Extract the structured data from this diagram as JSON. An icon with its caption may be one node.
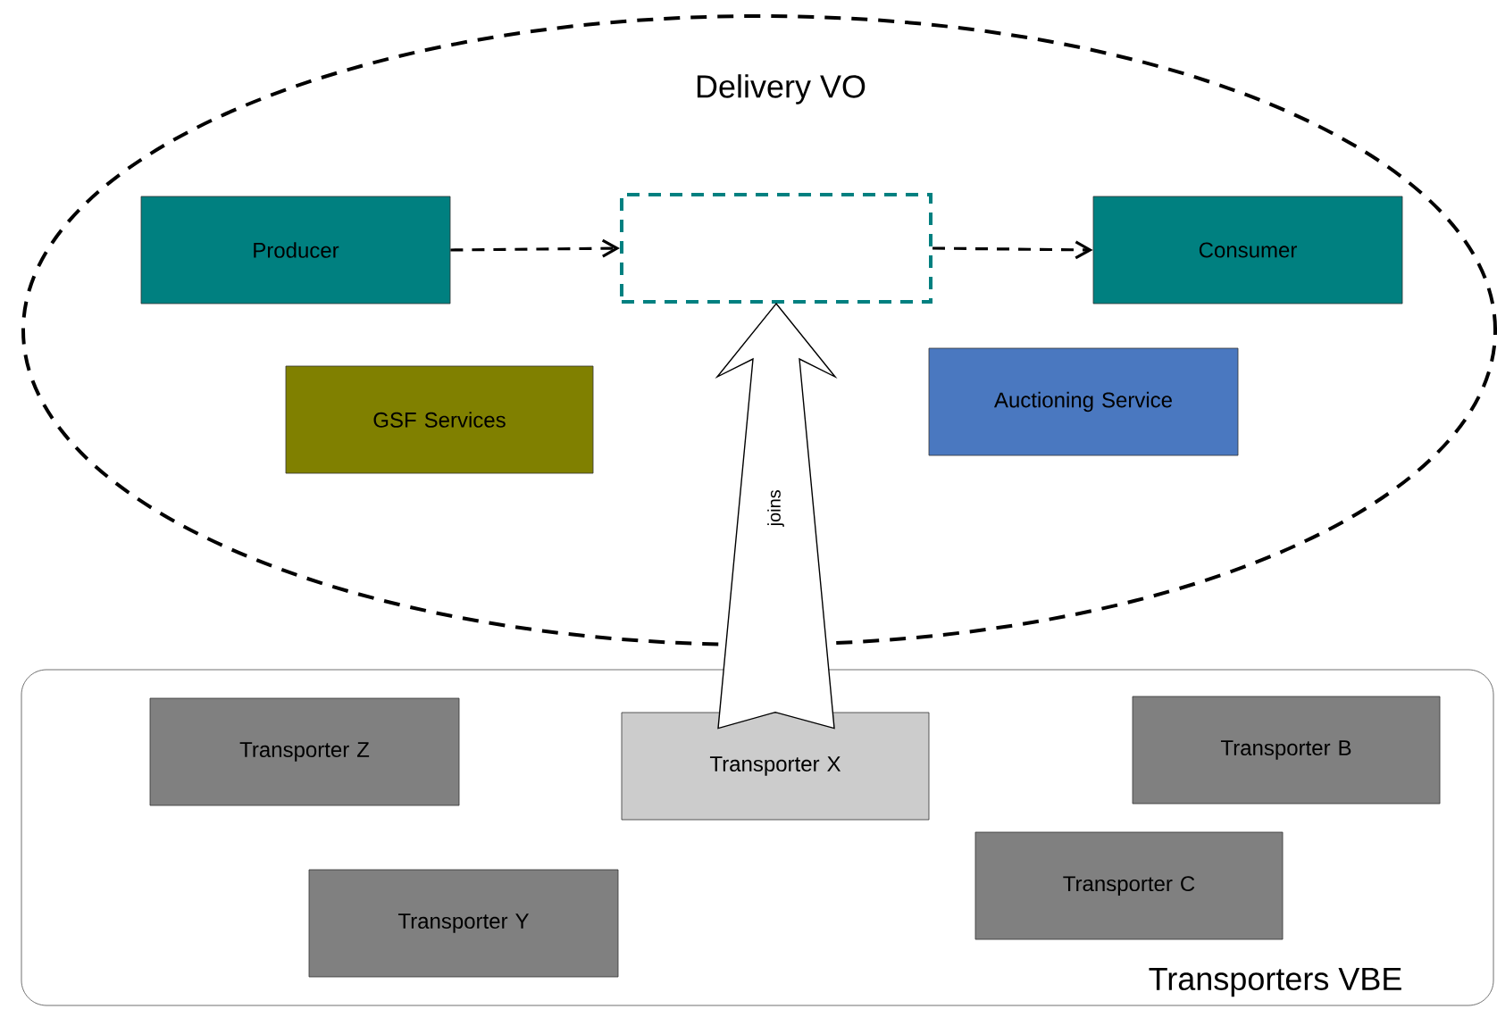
{
  "diagram": {
    "nodes": [
      {
        "text": [
          "Delivery VO"
        ]
      },
      {
        "text": [
          "Producer"
        ],
        "in": 0
      },
      {
        "text": [],
        "shape": "box",
        "in": 0
      },
      {
        "text": [
          "Consumer"
        ],
        "in": 0
      },
      {
        "text": [
          "GSF Services"
        ],
        "in": 0
      },
      {
        "text": [
          "Auctioning Service"
        ],
        "in": 0
      },
      {
        "text": [
          "Transporters VBE"
        ]
      },
      {
        "text": [
          "Transporter Z"
        ],
        "in": 6
      },
      {
        "text": [
          "Transporter X"
        ],
        "in": 6
      },
      {
        "text": [
          "Transporter B"
        ],
        "in": 6
      },
      {
        "text": [
          "Transporter C"
        ],
        "in": 6
      },
      {
        "text": [
          "Transporter Y"
        ],
        "in": 6
      }
    ],
    "edges": [
      {
        "from": 1,
        "to": 2,
        "arrow": "to",
        "style": "dashed"
      },
      {
        "from": 2,
        "to": 3,
        "arrow": "to",
        "style": "dashed"
      },
      {
        "from": 8,
        "to": 2,
        "arrow": "to",
        "label": "joins"
      }
    ]
  }
}
